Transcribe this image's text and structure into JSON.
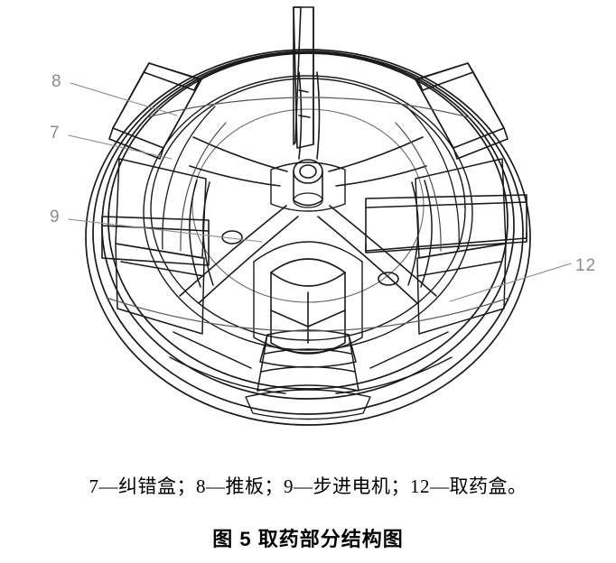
{
  "figure": {
    "title": "图 5   取药部分结构图",
    "legend": "7—纠错盒；8—推板；9—步进电机；12—取药盒。",
    "callouts": [
      {
        "id": "8",
        "label": "8",
        "target": "推板",
        "leader_color": "#8c8c8c"
      },
      {
        "id": "7",
        "label": "7",
        "target": "纠错盒",
        "leader_color": "#8c8c8c"
      },
      {
        "id": "9",
        "label": "9",
        "target": "步进电机",
        "leader_color": "#8c8c8c"
      },
      {
        "id": "12",
        "label": "12",
        "target": "取药盒",
        "leader_color": "#8c8c8c"
      }
    ],
    "drawing": {
      "type": "technical-line-drawing",
      "subject": "取药部分结构（旋转药盘）",
      "view": "isometric",
      "stroke_color": "#1a1a1a",
      "background_color": "#ffffff",
      "components": [
        "outer-ring",
        "radial-spokes",
        "pusher-plates",
        "center-hub",
        "stepper-motor-shaft",
        "medicine-compartments"
      ]
    }
  }
}
